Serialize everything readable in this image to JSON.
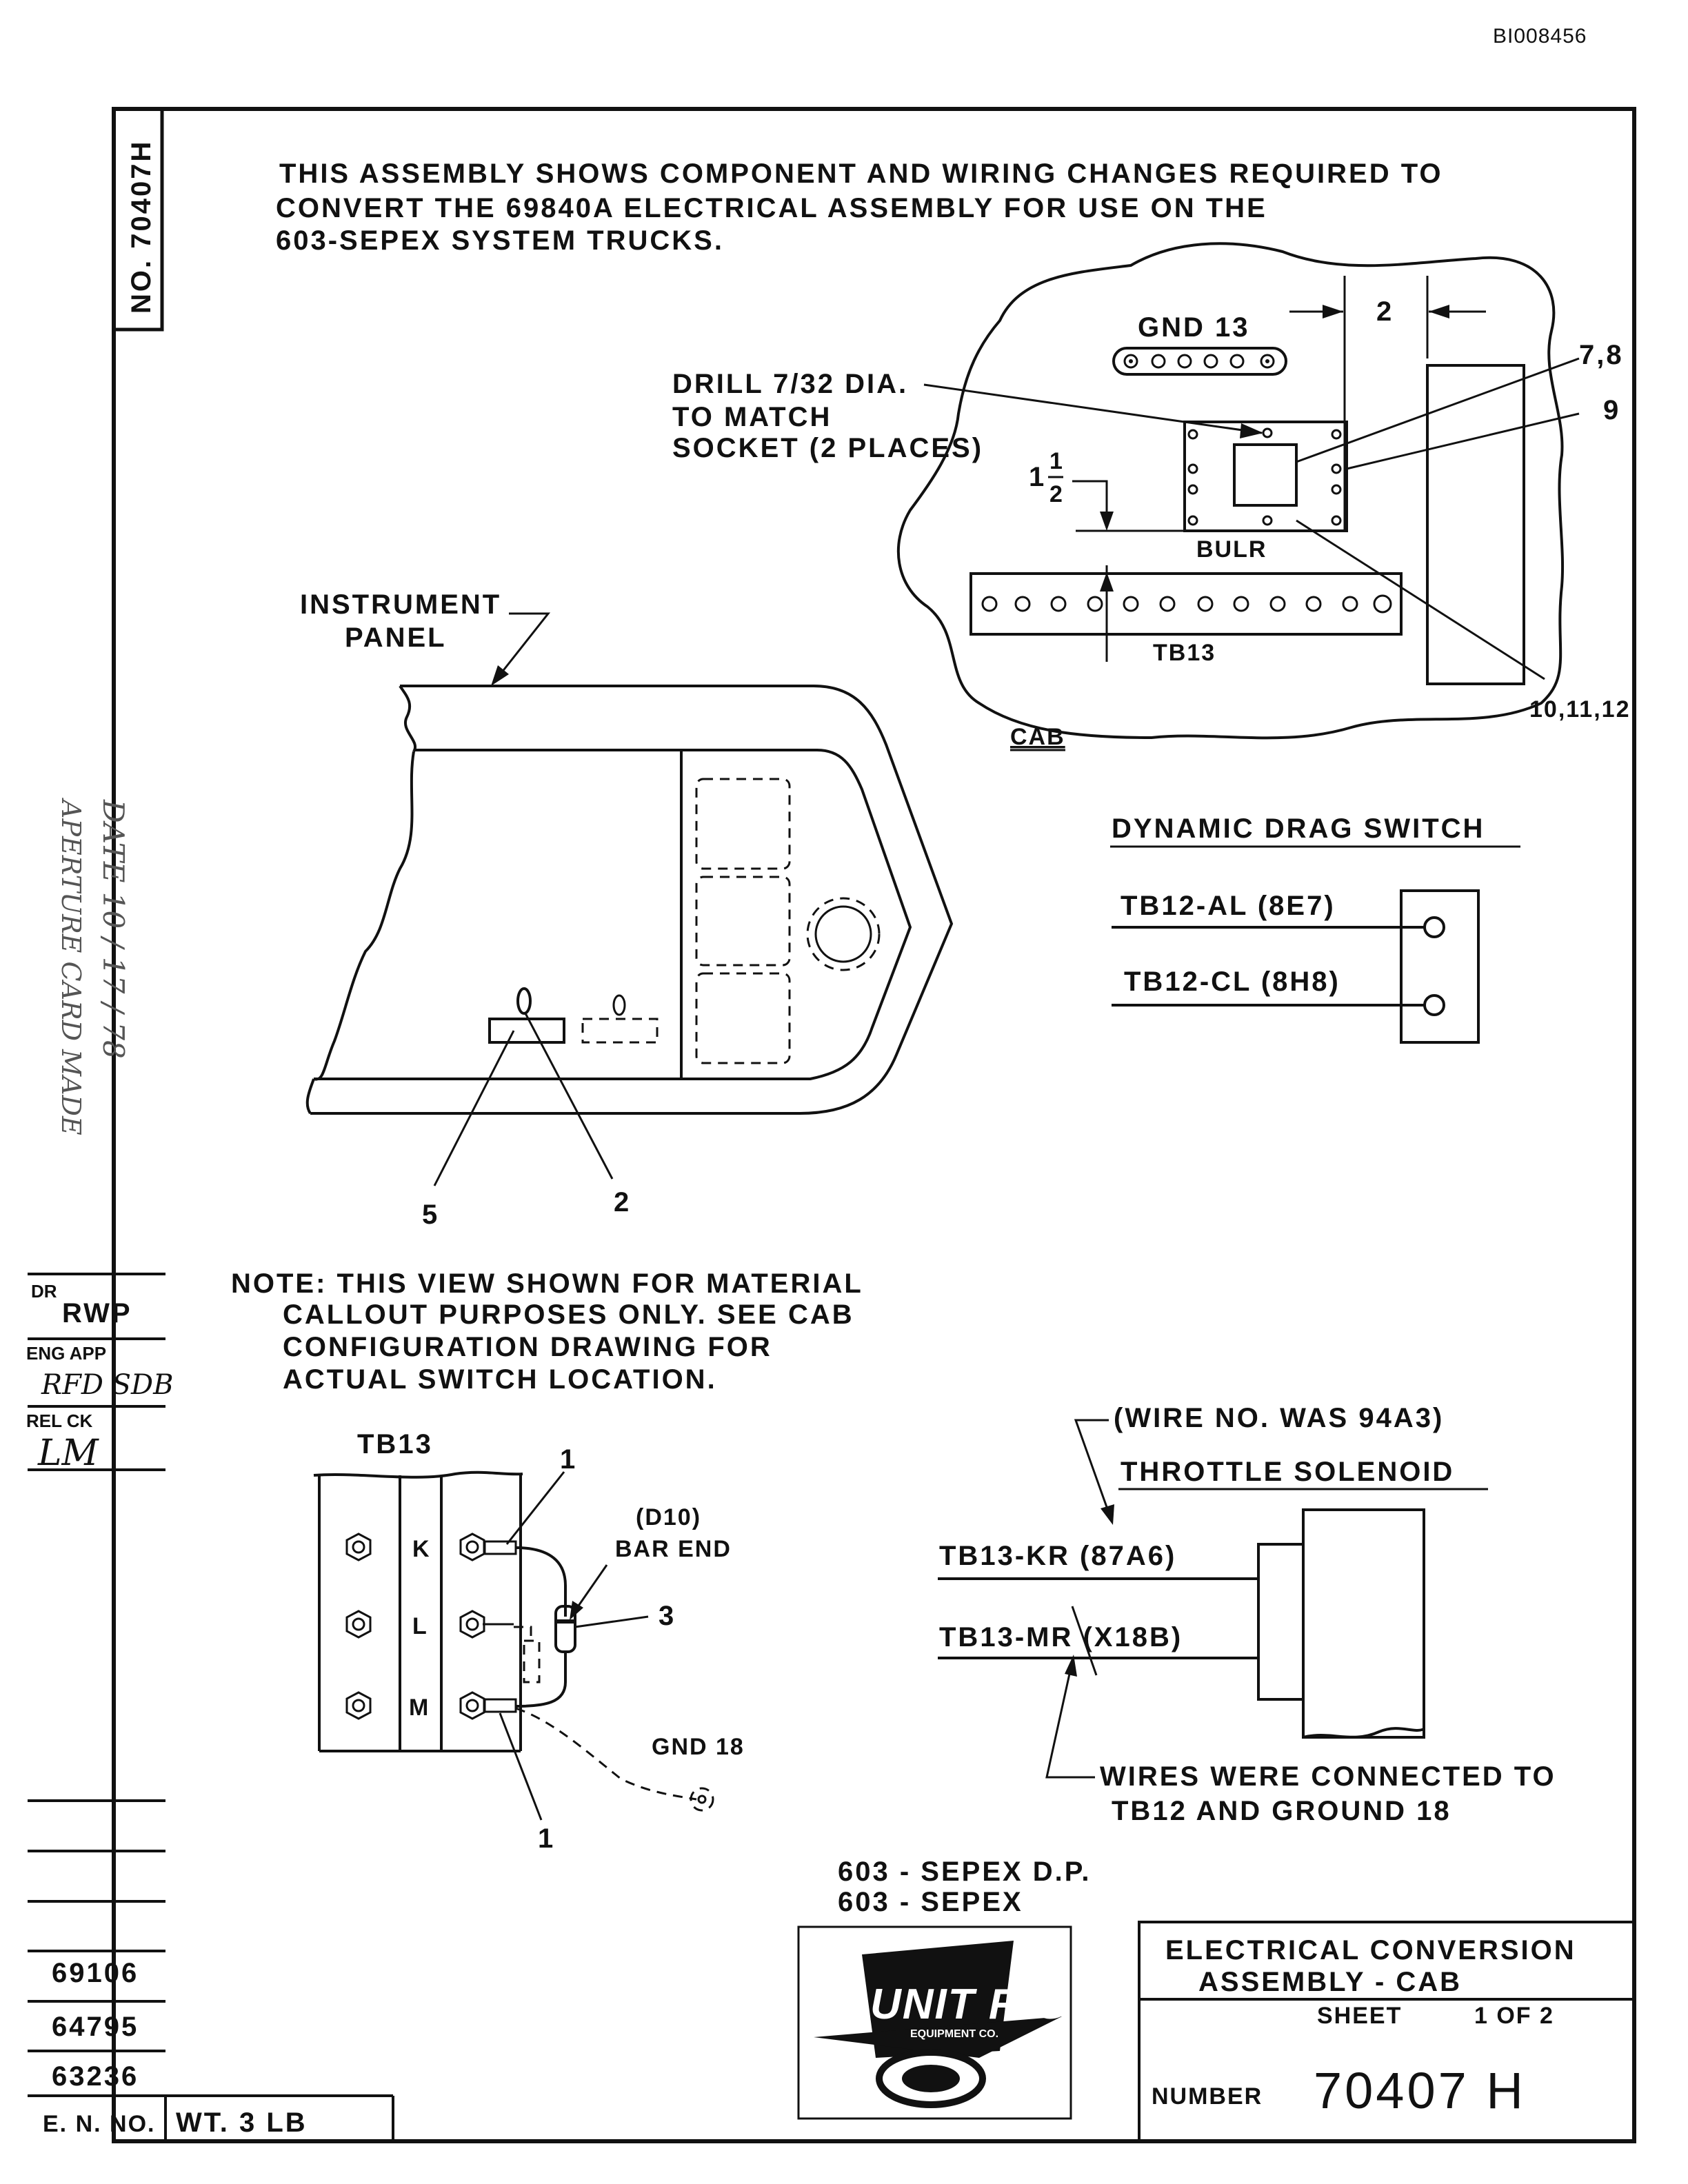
{
  "doc_id": "BI008456",
  "vertical_number": "NO. 70407H",
  "aperture_stamp": {
    "line1": "APERTURE CARD MADE",
    "line2": "DATE 10 / 17 / 78"
  },
  "intro_note": [
    "THIS ASSEMBLY SHOWS COMPONENT AND WIRING CHANGES REQUIRED TO",
    "CONVERT THE 69840A ELECTRICAL ASSEMBLY FOR USE ON THE",
    "603-SEPEX SYSTEM TRUCKS."
  ],
  "cab_detail": {
    "gnd_label": "GND 13",
    "dim_2": "2",
    "callout_78": "7,8",
    "callout_9": "9",
    "callout_101112": "10,11,12",
    "drill_note": [
      "DRILL 7/32 DIA.",
      "TO MATCH",
      "SOCKET (2 PLACES)"
    ],
    "dim_one": "1",
    "dim_half": "2",
    "bulr_label": "BULR",
    "tb13_label": "TB13",
    "cab_label": "CAB"
  },
  "panel_detail": {
    "instrument_panel": [
      "INSTRUMENT",
      "PANEL"
    ],
    "callout_5": "5",
    "callout_2": "2"
  },
  "dynamic_drag": {
    "title": "DYNAMIC DRAG SWITCH",
    "wire1": "TB12-AL (8E7)",
    "wire2": "TB12-CL (8H8)"
  },
  "material_note": [
    "NOTE: THIS VIEW SHOWN FOR MATERIAL",
    "CALLOUT PURPOSES ONLY. SEE CAB",
    "CONFIGURATION DRAWING FOR",
    "ACTUAL SWITCH LOCATION."
  ],
  "tb13_detail": {
    "title": "TB13",
    "row_k": "K",
    "row_l": "L",
    "row_m": "M",
    "callout_1a": "1",
    "callout_1b": "1",
    "callout_3": "3",
    "d10": "(D10)",
    "bar_end": "BAR END",
    "gnd18": "GND 18"
  },
  "throttle": {
    "was_note": "(WIRE NO. WAS 94A3)",
    "title": "THROTTLE SOLENOID",
    "wire1": "TB13-KR (87A6)",
    "wire2": "TB13-MR (X18B)",
    "connected_note": [
      "WIRES WERE CONNECTED TO",
      "TB12 AND GROUND 18"
    ]
  },
  "revision_block": {
    "dr_label": "DR",
    "dr_value": "RWP",
    "eng_app_label": "ENG APP",
    "eng_app_value": "RFD SDB",
    "rel_ck_label": "REL CK",
    "rel_ck_value": "LM",
    "en_numbers": [
      "69106",
      "64795",
      "63236"
    ],
    "en_label": "E. N. NO.",
    "weight": "WT. 3 LB"
  },
  "models": [
    "603 - SEPEX D.P.",
    "603 - SEPEX"
  ],
  "logo": {
    "text": "UNIT RIG",
    "subtext": "EQUIPMENT CO."
  },
  "title_block": {
    "title_line1": "ELECTRICAL CONVERSION",
    "title_line2": "ASSEMBLY - CAB",
    "sheet_label": "SHEET",
    "sheet_value": "1 OF 2",
    "number_label": "NUMBER",
    "number_value": "70407 H"
  }
}
